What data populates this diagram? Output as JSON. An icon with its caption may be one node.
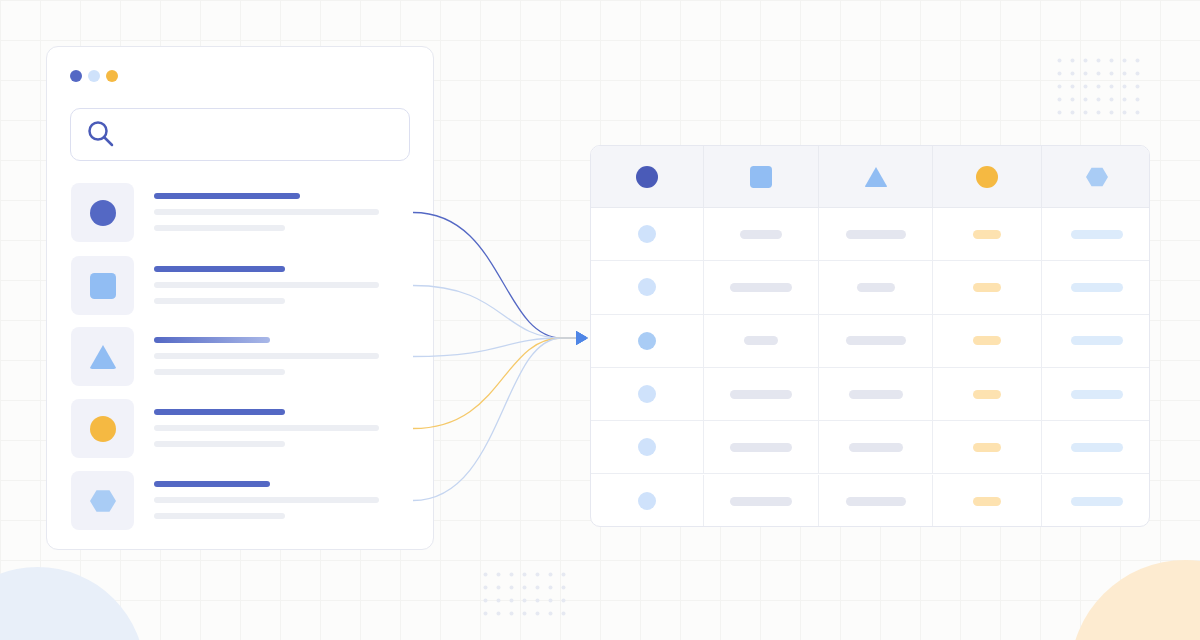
{
  "diagram": {
    "nodes": [
      {
        "text": [],
        "shape": "box"
      },
      {
        "text": [],
        "shape": "box",
        "in": 0
      },
      {
        "text": [],
        "shape": "box",
        "in": 0
      },
      {
        "text": [],
        "shape": "box",
        "in": 0
      },
      {
        "text": [],
        "shape": "box",
        "in": 0
      },
      {
        "text": [],
        "shape": "box",
        "in": 0
      },
      {
        "text": [],
        "shape": "box"
      }
    ],
    "edges": [
      {
        "from": 1,
        "to": 6,
        "arrow": "to",
        "color": "#5468c4"
      },
      {
        "from": 2,
        "to": 6,
        "arrow": "to"
      },
      {
        "from": 3,
        "to": 6,
        "arrow": "to"
      },
      {
        "from": 4,
        "to": 6,
        "arrow": "to",
        "color": "#f5c96a"
      },
      {
        "from": 5,
        "to": 6,
        "arrow": "to"
      }
    ]
  }
}
